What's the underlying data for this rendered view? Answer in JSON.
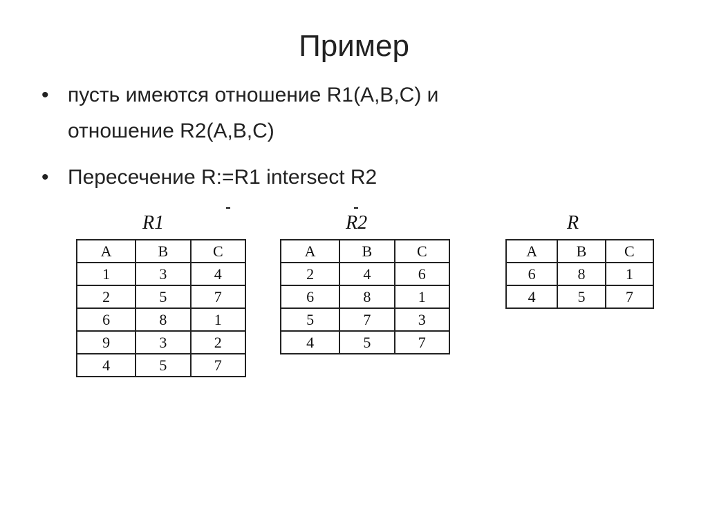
{
  "slide": {
    "title": "Пример",
    "bullets": [
      {
        "line1": "пусть имеются отношение R1(A,B,C) и",
        "line2": "отношение R2(A,B,C)"
      },
      {
        "line1": "Пересечение R:=R1 intersect R2"
      }
    ]
  },
  "relations": [
    {
      "name": "R1",
      "columns": [
        "A",
        "B",
        "C"
      ],
      "rows": [
        [
          "1",
          "3",
          "4"
        ],
        [
          "2",
          "5",
          "7"
        ],
        [
          "6",
          "8",
          "1"
        ],
        [
          "9",
          "3",
          "2"
        ],
        [
          "4",
          "5",
          "7"
        ]
      ]
    },
    {
      "name": "R2",
      "columns": [
        "A",
        "B",
        "C"
      ],
      "rows": [
        [
          "2",
          "4",
          "6"
        ],
        [
          "6",
          "8",
          "1"
        ],
        [
          "5",
          "7",
          "3"
        ],
        [
          "4",
          "5",
          "7"
        ]
      ]
    },
    {
      "name": "R",
      "columns": [
        "A",
        "B",
        "C"
      ],
      "rows": [
        [
          "6",
          "8",
          "1"
        ],
        [
          "4",
          "5",
          "7"
        ]
      ]
    }
  ]
}
